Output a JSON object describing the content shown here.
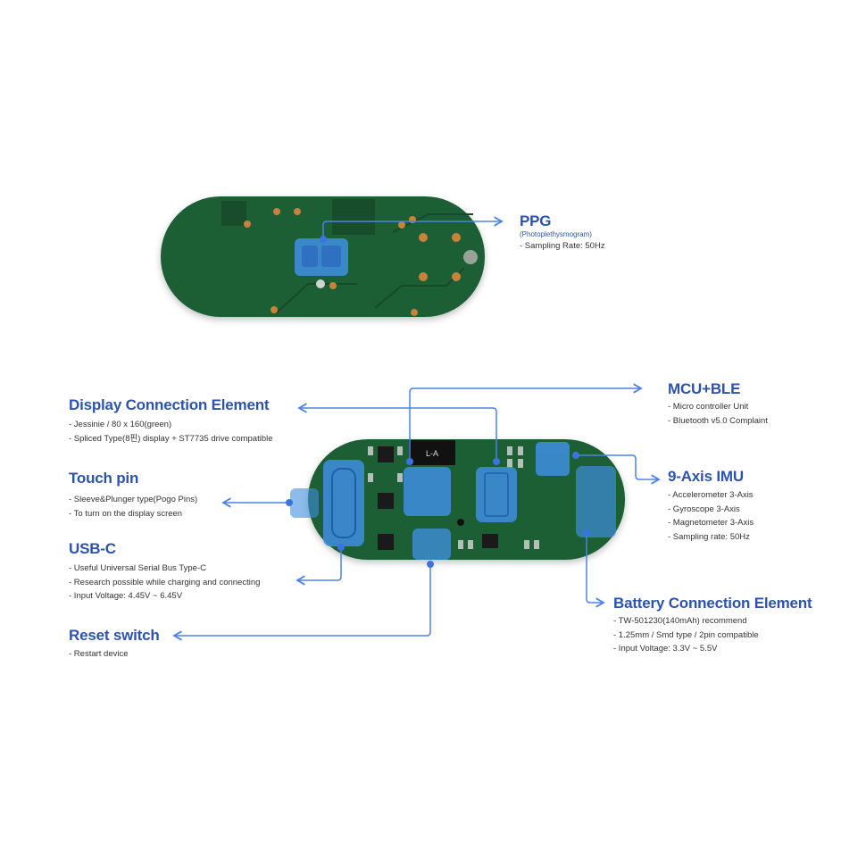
{
  "ppg": {
    "title": "PPG",
    "subtitle": "(Photoplethysmogram)",
    "lines": [
      "- Sampling Rate: 50Hz"
    ]
  },
  "display": {
    "title": "Display Connection Element",
    "lines": [
      "- Jessinie / 80 x 160(green)",
      "- Spliced Type(8핀) display + ST7735 drive compatible"
    ]
  },
  "touch": {
    "title": "Touch pin",
    "lines": [
      "- Sleeve&Plunger type(Pogo Pins)",
      "- To turn on the display screen"
    ]
  },
  "usbc": {
    "title": "USB-C",
    "lines": [
      "- Useful Universal Serial Bus Type-C",
      "- Research possible while charging and connecting",
      "- Input Voltage: 4.45V ~ 6.45V"
    ]
  },
  "reset": {
    "title": "Reset switch",
    "lines": [
      "- Restart device"
    ]
  },
  "mcu": {
    "title": "MCU+BLE",
    "lines": [
      "- Micro controller Unit",
      "- Bluetooth v5.0 Complaint"
    ]
  },
  "imu": {
    "title": "9-Axis IMU",
    "lines": [
      "- Accelerometer 3-Axis",
      "- Gyroscope 3-Axis",
      "- Magnetometer 3-Axis",
      "- Sampling rate: 50Hz"
    ]
  },
  "battery": {
    "title": "Battery Connection Element",
    "lines": [
      "- TW-501230(140mAh) recommend",
      "- 1.25mm / Smd type / 2pin compatible",
      "- Input Voltage: 3.3V ~ 5.5V"
    ]
  },
  "board_marking": "L-A",
  "colors": {
    "accent": "#2d54ad",
    "line": "#4d82e8",
    "pcb": "#1d5e34",
    "highlight": "#3f8fe0"
  }
}
